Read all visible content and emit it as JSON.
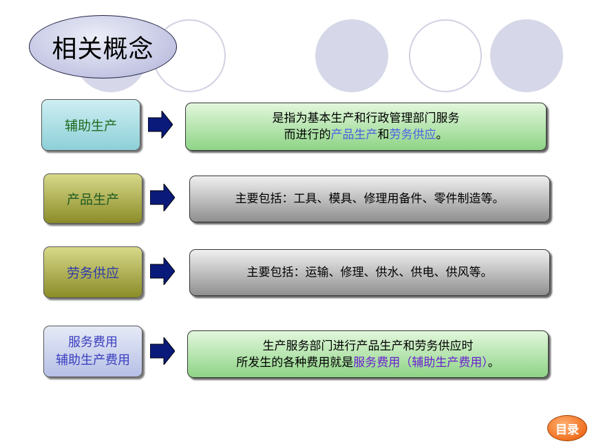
{
  "title": "相关概念",
  "colors": {
    "deco_fill": "#d6d7e8",
    "title_oval": "#c9cbe6",
    "arrow": "#0a1a7a",
    "highlight_blue": "#4a5fe0",
    "highlight_purple": "#6a1fd0",
    "toc_button": "#f07020"
  },
  "rows": [
    {
      "label": "辅助生产",
      "content_line1": "是指为基本生产和行政管理部门服务",
      "content_line2_pre": "而进行的",
      "content_line2_h1": "产品生产",
      "content_line2_mid": "和",
      "content_line2_h2": "劳务供应",
      "content_line2_post": "。"
    },
    {
      "label": "产品生产",
      "content": "主要包括：工具、模具、修理用备件、零件制造等。"
    },
    {
      "label": "劳务供应",
      "content": "主要包括：运输、修理、供水、供电、供风等。"
    },
    {
      "label_line1": "服务费用",
      "label_line2": "辅助生产费用",
      "content_line1": "生产服务部门进行产品生产和劳务供应时",
      "content_line2_pre": "所发生的各种费用就是",
      "content_line2_h": "服务费用（辅助生产费用）",
      "content_line2_post": "。"
    }
  ],
  "icons": {
    "arrow": "arrow-right-icon"
  },
  "toc_label": "目录"
}
